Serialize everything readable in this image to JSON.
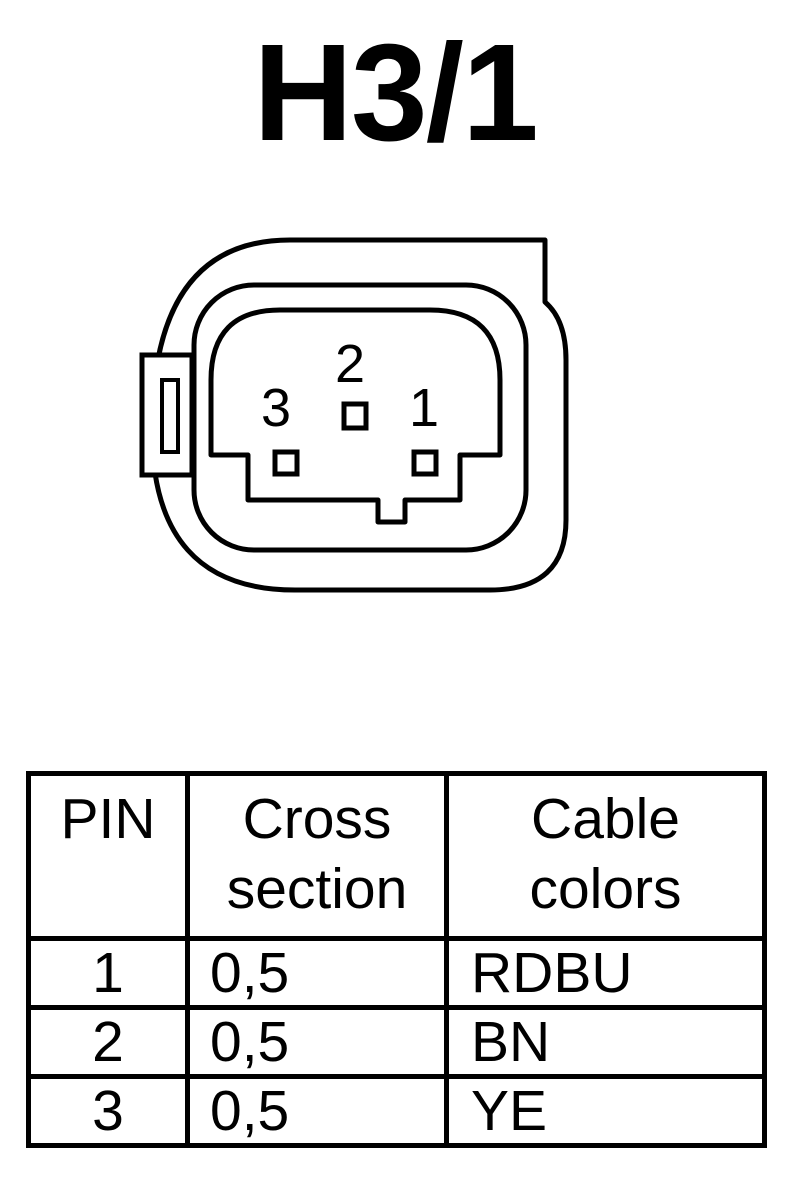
{
  "connector": {
    "title": "H3/1",
    "pins": [
      {
        "number": "1"
      },
      {
        "number": "2"
      },
      {
        "number": "3"
      }
    ]
  },
  "table": {
    "headers": {
      "pin": "PIN",
      "cross_line1": "Cross",
      "cross_line2": "section",
      "color_line1": "Cable",
      "color_line2": "colors"
    },
    "rows": [
      {
        "pin": "1",
        "cross_section": "0,5",
        "cable_color": "RDBU"
      },
      {
        "pin": "2",
        "cross_section": "0,5",
        "cable_color": "BN"
      },
      {
        "pin": "3",
        "cross_section": "0,5",
        "cable_color": "YE"
      }
    ]
  }
}
